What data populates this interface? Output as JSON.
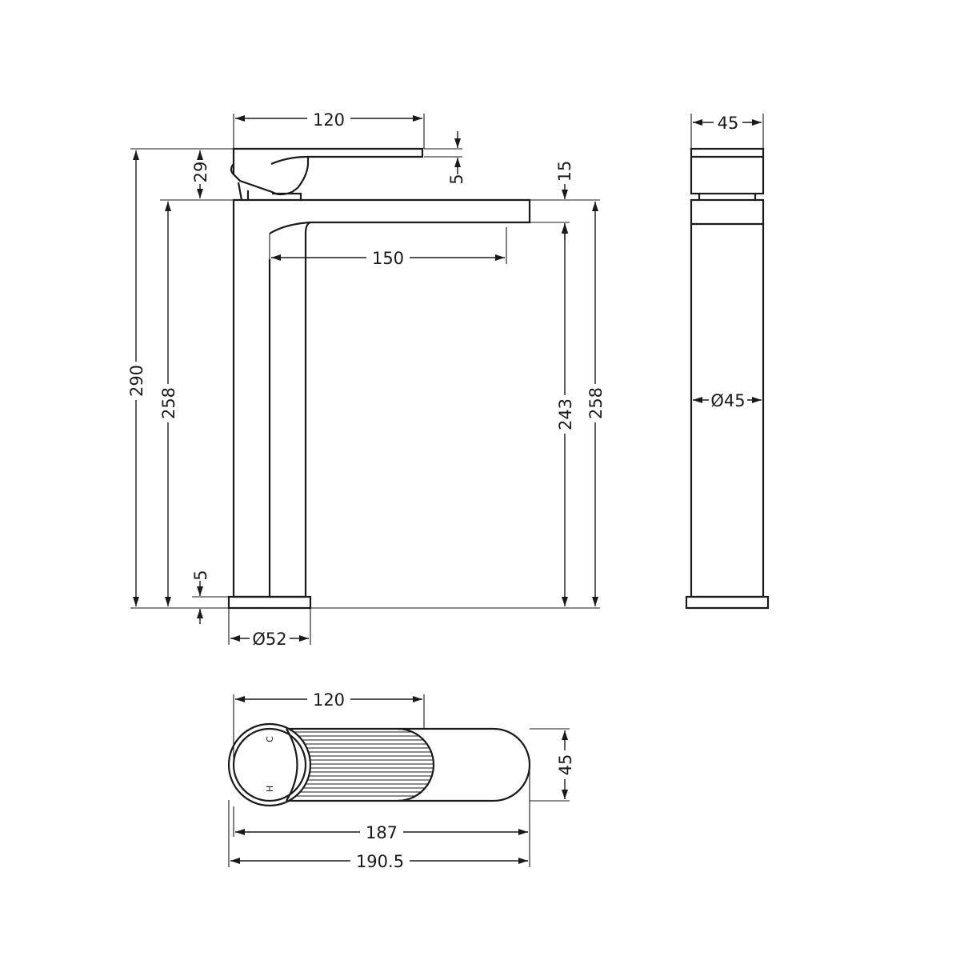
{
  "colors": {
    "line": "#1a1a1a",
    "background": "#ffffff"
  },
  "front_view": {
    "handle_length": "120",
    "lever_thickness": "5",
    "lever_height": "29",
    "spout_thickness": "15",
    "spout_reach": "150",
    "overall_height": "290",
    "body_height_left": "258",
    "spout_outlet_height": "243",
    "body_height_right": "258",
    "base_thickness": "5",
    "base_diameter": "Ø52"
  },
  "side_view": {
    "top_width": "45",
    "body_diameter": "Ø45"
  },
  "plan_view": {
    "handle_length": "120",
    "width": "45",
    "spout_length": "187",
    "overall_length": "190.5",
    "cold_marker": "C",
    "hot_marker": "H"
  }
}
